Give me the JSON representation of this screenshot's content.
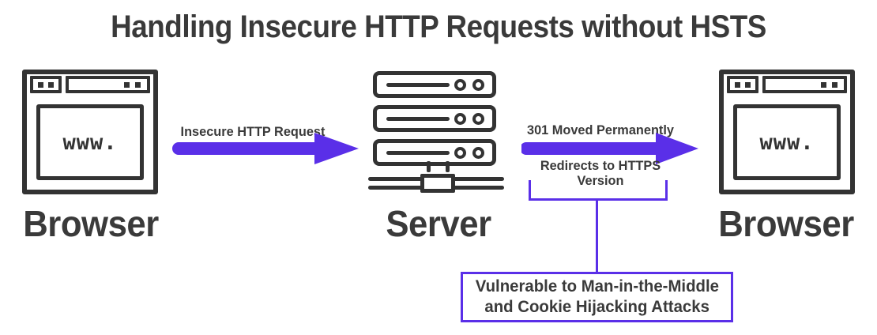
{
  "title": "Handling Insecure HTTP Requests without HSTS",
  "colors": {
    "arrow_purple": "#5a2fe8",
    "callout_border": "#5a2fe8",
    "icon_dark": "#333333",
    "text_dark": "#3a3a3a",
    "background": "#ffffff"
  },
  "nodes": {
    "browser_left": {
      "label": "Browser",
      "icon": "browser-window-icon",
      "screen_text": "www."
    },
    "server": {
      "label": "Server",
      "icon": "server-rack-icon",
      "rack_units": 3,
      "leds_per_unit": 2
    },
    "browser_right": {
      "label": "Browser",
      "icon": "browser-window-icon",
      "screen_text": "www."
    }
  },
  "edges": [
    {
      "name": "request",
      "label": "Insecure HTTP Request",
      "direction": "right",
      "from": "browser_left",
      "to": "server"
    },
    {
      "name": "response",
      "label_above": "301 Moved Permanently",
      "label_below_line1": "Redirects to HTTPS",
      "label_below_line2": "Version",
      "direction": "right",
      "from": "server",
      "to": "browser_right"
    }
  ],
  "callout": {
    "line1": "Vulnerable to Man-in-the-Middle",
    "line2": "and Cookie Hijacking Attacks",
    "connector": "bracket-with-stem"
  }
}
